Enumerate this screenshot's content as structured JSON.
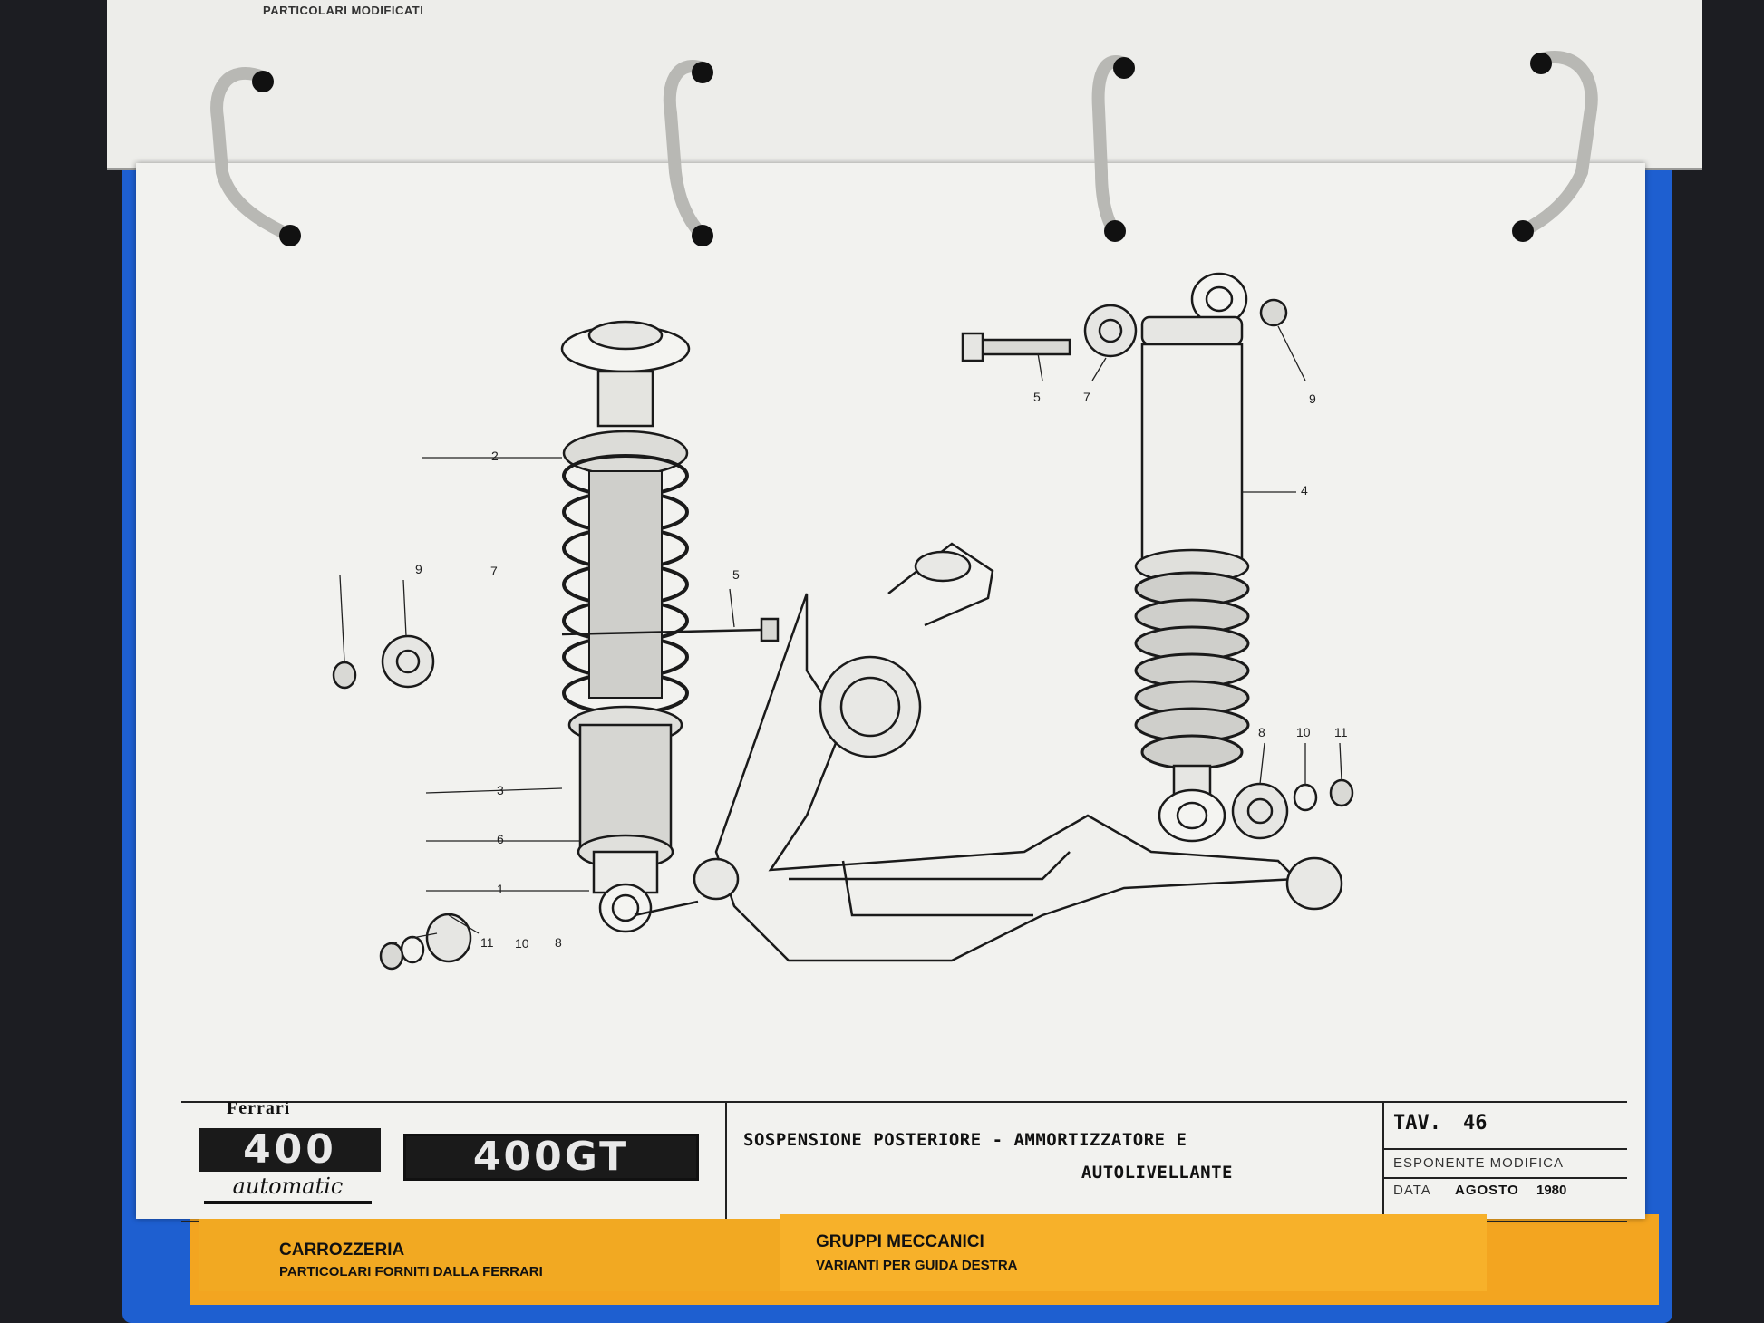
{
  "previous_page": {
    "note": "PARTICOLARI MODIFICATI"
  },
  "drawing": {
    "callouts": {
      "left": [
        "2",
        "9",
        "7",
        "5",
        "3",
        "6",
        "1",
        "11",
        "10",
        "8"
      ],
      "right": [
        "5",
        "7",
        "9",
        "4",
        "8",
        "10",
        "11"
      ]
    }
  },
  "title_block": {
    "brand": "Ferrari",
    "logo_400": "400",
    "logo_automatic": "automatic",
    "logo_400gt": "400GT",
    "description_line1": "SOSPENSIONE POSTERIORE - AMMORTIZZATORE E",
    "description_line2": "AUTOLIVELLANTE",
    "tav_label": "TAV.",
    "tav_number": "46",
    "esponente_label": "ESPONENTE MODIFICA",
    "data_label": "DATA",
    "data_value": "AGOSTO",
    "data_year": "1980"
  },
  "tabs": {
    "left": {
      "heading": "CARROZZERIA",
      "sub": "PARTICOLARI FORNITI DALLA FERRARI"
    },
    "right": {
      "heading": "GRUPPI MECCANICI",
      "sub": "VARIANTI PER GUIDA DESTRA"
    }
  },
  "colors": {
    "binder": "#1e5fd0",
    "tab": "#f3a520",
    "paper": "#f2f2ef"
  }
}
